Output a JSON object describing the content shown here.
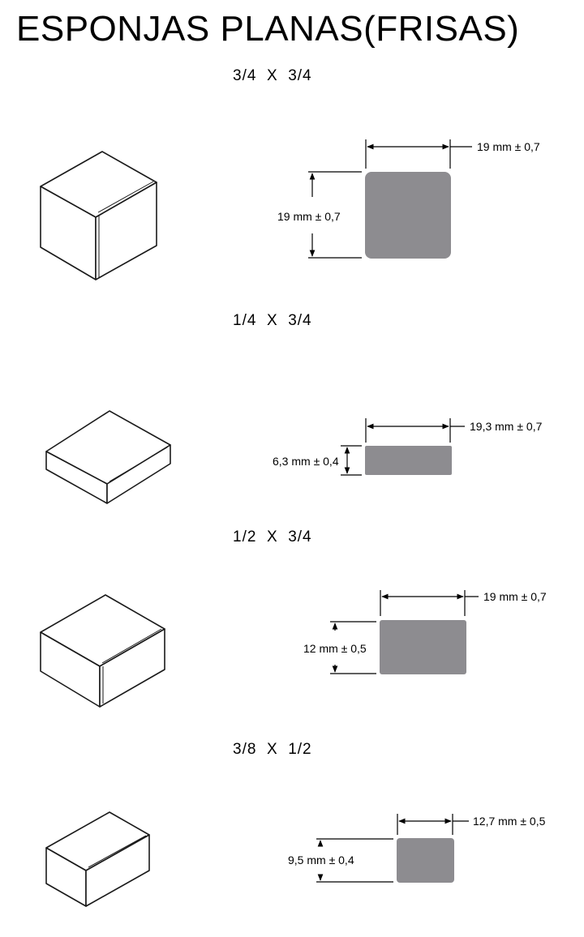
{
  "title": "ESPONJAS PLANAS(FRISAS)",
  "items": [
    {
      "label": "3/4  X  3/4",
      "width_dim": "19 mm ± 0,7",
      "height_dim": "19 mm ± 0,7"
    },
    {
      "label": "1/4  X  3/4",
      "width_dim": "19,3 mm ± 0,7",
      "height_dim": "6,3 mm ± 0,4"
    },
    {
      "label": "1/2  X  3/4",
      "width_dim": "19 mm ± 0,7",
      "height_dim": "12 mm ± 0,5"
    },
    {
      "label": "3/8  X  1/2",
      "width_dim": "12,7 mm ± 0,5",
      "height_dim": "9,5 mm ± 0,4"
    }
  ],
  "colors": {
    "profile_fill": "#8d8c90",
    "line": "#1a1a1a"
  }
}
